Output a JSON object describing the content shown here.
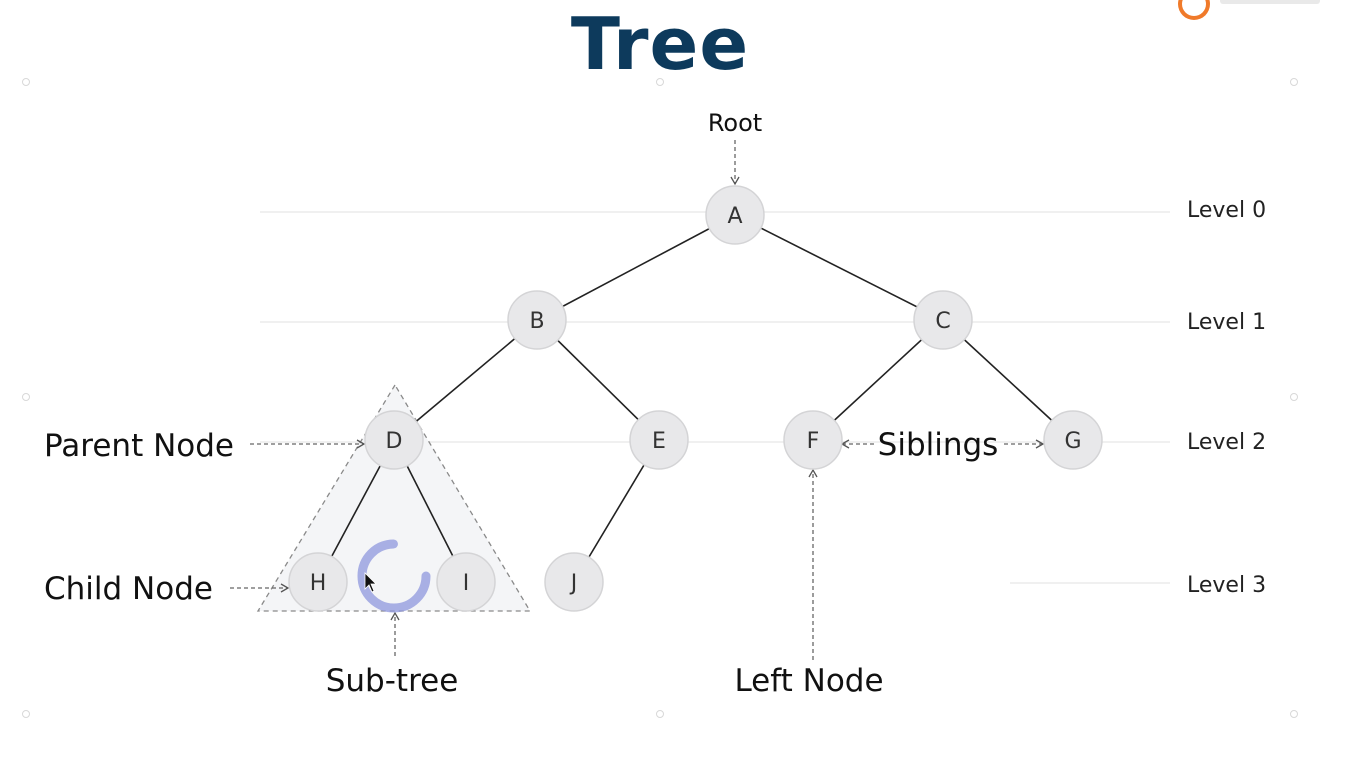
{
  "title": "Tree",
  "nodes": {
    "A": "A",
    "B": "B",
    "C": "C",
    "D": "D",
    "E": "E",
    "F": "F",
    "G": "G",
    "H": "H",
    "I": "I",
    "J": "J"
  },
  "levels": [
    "Level 0",
    "Level 1",
    "Level 2",
    "Level 3"
  ],
  "annotations": {
    "root": "Root",
    "parent_node": "Parent Node",
    "child_node": "Child Node",
    "sub_tree": "Sub-tree",
    "siblings": "Siblings",
    "left_node": "Left Node"
  },
  "colors": {
    "title": "#0d3a5c",
    "node_fill": "#e8e8ea",
    "edge": "#222222",
    "loading_spinner": "#8f97de",
    "logo": "#f07a2a"
  }
}
